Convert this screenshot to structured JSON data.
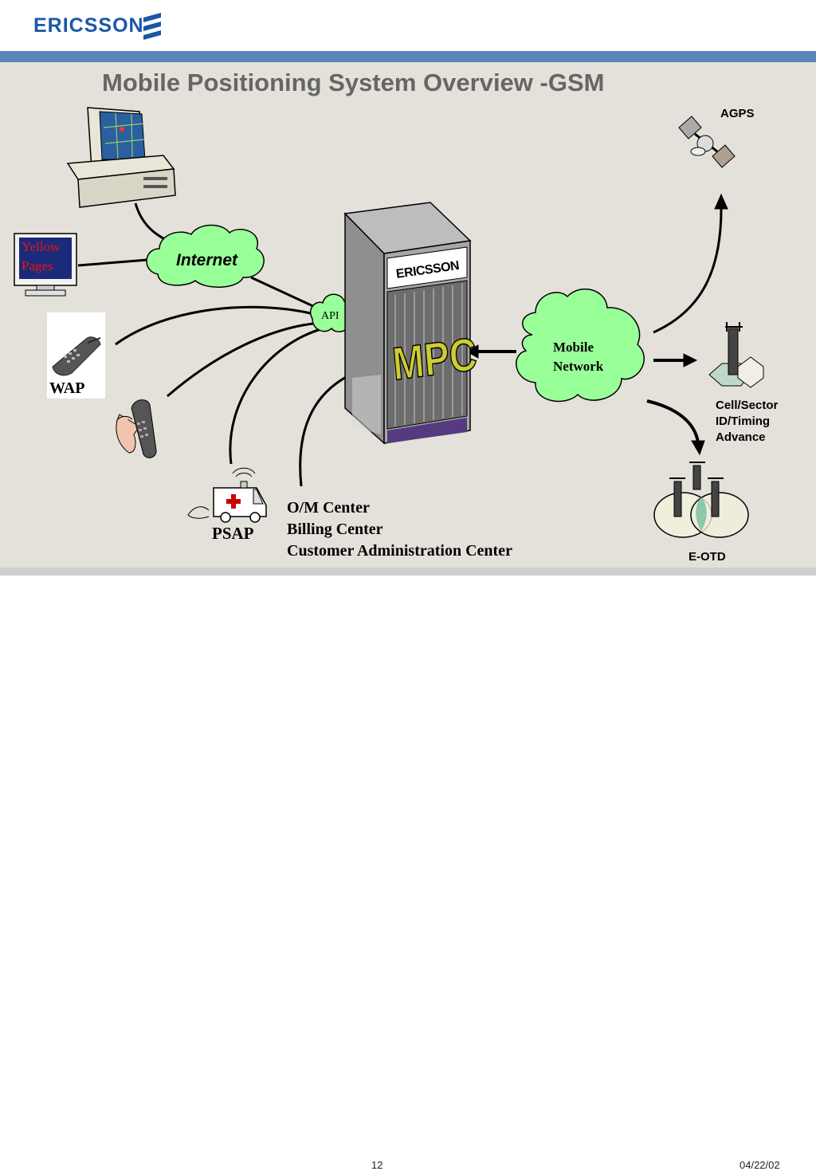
{
  "header": {
    "logo_text": "ERICSSON"
  },
  "slide": {
    "title": "Mobile Positioning System Overview -GSM"
  },
  "diagram": {
    "internet": "Internet",
    "api": "API",
    "yellow_pages": [
      "Yellow",
      "Pages"
    ],
    "wap": "WAP",
    "psap": "PSAP",
    "mpc_brand": "ERICSSON",
    "mpc": "MPC",
    "mobile_network": [
      "Mobile",
      "Network"
    ],
    "agps": "AGPS",
    "cell_sector": [
      "Cell/Sector",
      "ID/Timing",
      "Advance"
    ],
    "eotd": "E-OTD",
    "centers": [
      "O/M Center",
      "Billing Center",
      "Customer Administration Center"
    ]
  },
  "colors": {
    "cloud": "#99ff99",
    "brand_blue": "#1a58a8",
    "mpc_text": "#cccc33",
    "band": "#5b87bb"
  },
  "icons": [
    "computer-icon",
    "yellow-pages-monitor-icon",
    "wap-phone-icon",
    "hand-phone-icon",
    "ambulance-icon",
    "satellite-icon",
    "cell-tower-icon",
    "eotd-towers-icon",
    "mpc-server-icon"
  ],
  "footer": {
    "page": "12",
    "date": "04/22/02"
  }
}
